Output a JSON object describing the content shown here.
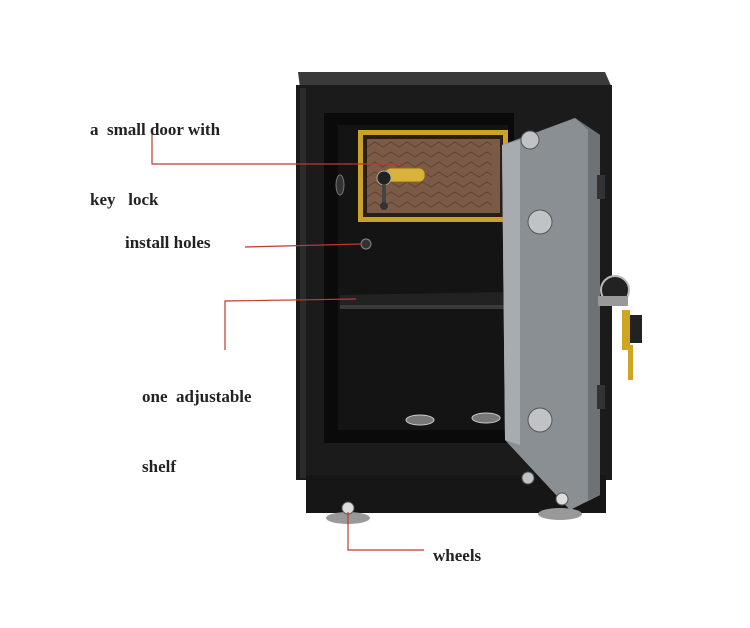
{
  "annotations": {
    "small_door": {
      "line1": "a  small door with",
      "line2": "key   lock"
    },
    "install_holes": {
      "text": "install holes"
    },
    "shelf": {
      "line1": "one  adjustable",
      "line2": "shelf"
    },
    "wheels": {
      "text": "wheels"
    }
  },
  "colors": {
    "leader_line": "#c0392b",
    "safe_body": "#1a1a1a",
    "door_panel": "#8a8f94",
    "gold_trim": "#c9a227"
  }
}
